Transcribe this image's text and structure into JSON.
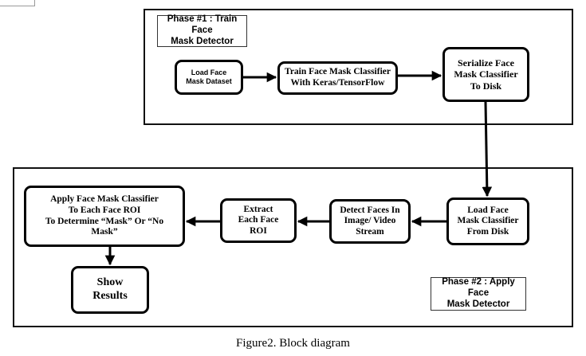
{
  "phase1": {
    "label": "Phase #1 : Train Face\nMask Detector",
    "nodes": {
      "load_dataset": "Load Face\nMask Dataset",
      "train_classifier": "Train Face Mask Classifier\nWith Keras/TensorFlow",
      "serialize_classifier": "Serialize Face\nMask Classifier\nTo Disk"
    }
  },
  "phase2": {
    "label": "Phase #2 : Apply Face\nMask Detector",
    "nodes": {
      "load_classifier": "Load Face\nMask Classifier\nFrom Disk",
      "detect_faces": "Detect Faces In\nImage/ Video\nStream",
      "extract_roi": "Extract\nEach Face\nROI",
      "apply_classifier": "Apply Face Mask Classifier\nTo Each Face ROI\nTo Determine “Mask” Or “No\nMask”",
      "show_results": "Show\nResults"
    }
  },
  "caption": "Figure2. Block diagram"
}
